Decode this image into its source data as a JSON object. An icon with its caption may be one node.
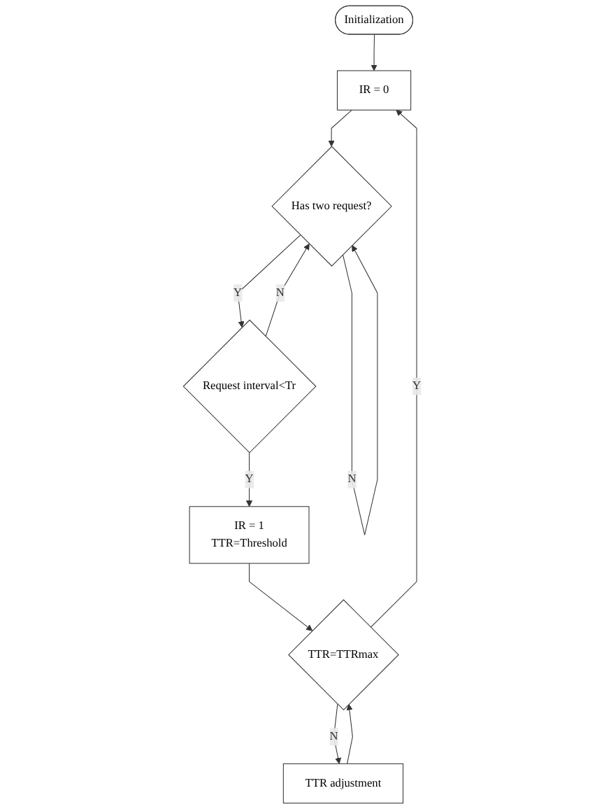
{
  "diagram": {
    "nodes": [
      {
        "text": [
          "Initialization"
        ]
      },
      {
        "text": [
          "IR = 0"
        ]
      },
      {
        "text": [
          "Has two request?"
        ]
      },
      {
        "text": [
          "Request interval<Tr"
        ]
      },
      {
        "text": [
          "IR = 1",
          "TTR=Threshold"
        ]
      },
      {
        "text": [
          "TTR=TTRmax"
        ]
      },
      {
        "text": [
          "TTR adjustment"
        ]
      }
    ],
    "edges": [
      {
        "from": 0,
        "to": 1,
        "arrow": "to"
      },
      {
        "from": 1,
        "to": 2,
        "arrow": "to"
      },
      {
        "from": 2,
        "to": 2,
        "label": "N",
        "arrow": "to"
      },
      {
        "from": 2,
        "to": 3,
        "label": "Y",
        "arrow": "to"
      },
      {
        "from": 3,
        "to": 2,
        "label": "N",
        "arrow": "to"
      },
      {
        "from": 3,
        "to": 4,
        "label": "Y",
        "arrow": "to"
      },
      {
        "from": 4,
        "to": 5,
        "arrow": "to"
      },
      {
        "from": 5,
        "to": 1,
        "label": "Y",
        "arrow": "to"
      },
      {
        "from": 5,
        "to": 6,
        "label": "N",
        "arrow": "to"
      },
      {
        "from": 6,
        "to": 5,
        "arrow": "to"
      }
    ]
  }
}
